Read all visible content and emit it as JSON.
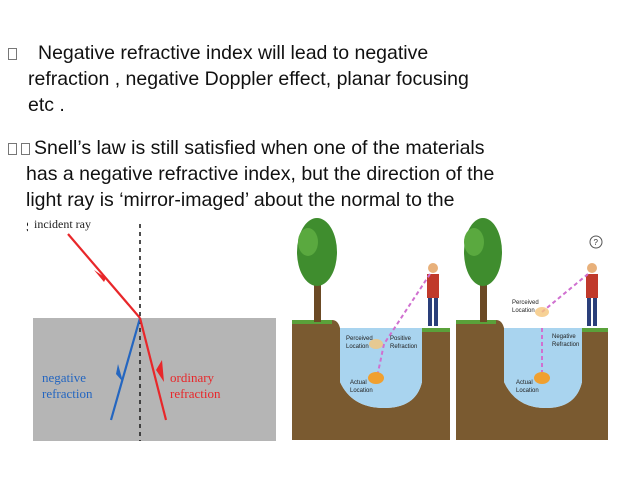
{
  "bullets": [
    {
      "lines": [
        "Negative refractive index will lead to negative",
        "refraction , negative  Doppler effect, planar focusing",
        "etc ."
      ]
    },
    {
      "lines": [
        "Snell’s law is still satisfied when one of the materials",
        "has a negative refractive index, but the direction of the",
        "light ray is ‘mirror-imaged’ about the normal to the",
        "s"
      ]
    }
  ],
  "diagram1": {
    "incident_label": "incident ray",
    "negative_label_1": "negative",
    "negative_label_2": "refraction",
    "ordinary_label_1": "ordinary",
    "ordinary_label_2": "refraction",
    "colors": {
      "medium": "#b5b5b5",
      "ray_red": "#e8272a",
      "ray_blue": "#2466c0"
    }
  },
  "diagram2": {
    "perceived_1": "Perceived",
    "perceived_2": "Location",
    "positive_1": "Positive",
    "positive_2": "Refraction",
    "actual_1": "Actual",
    "actual_2": "Location"
  },
  "diagram3": {
    "perceived_1": "Perceived",
    "perceived_2": "Location",
    "negative_1": "Negative",
    "negative_2": "Refraction",
    "actual_1": "Actual",
    "actual_2": "Location",
    "thought_mark": "?"
  }
}
